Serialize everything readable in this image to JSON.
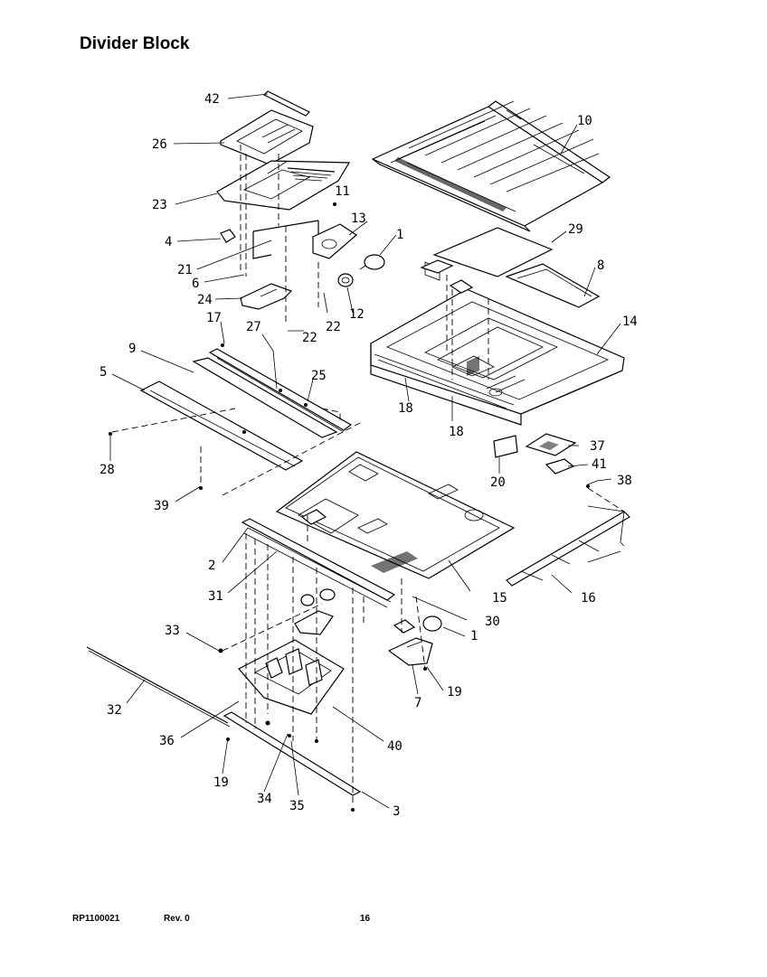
{
  "title": "Divider Block",
  "footer": {
    "code": "RP1100021",
    "revision": "Rev. 0",
    "page": "16"
  },
  "callouts": {
    "c42": "42",
    "c26": "26",
    "c23": "23",
    "c4": "4",
    "c21": "21",
    "c6": "6",
    "c24": "24",
    "c22a": "22",
    "c22b": "22",
    "c11": "11",
    "c13": "13",
    "c1a": "1",
    "c12": "12",
    "c10": "10",
    "c29": "29",
    "c8": "8",
    "c14": "14",
    "c17": "17",
    "c27": "27",
    "c9": "9",
    "c25": "25",
    "c5": "5",
    "c28": "28",
    "c39": "39",
    "c18a": "18",
    "c18b": "18",
    "c20": "20",
    "c37": "37",
    "c41": "41",
    "c38": "38",
    "c2": "2",
    "c31": "31",
    "c15": "15",
    "c16": "16",
    "c30": "30",
    "c33": "33",
    "c1b": "1",
    "c32": "32",
    "c7": "7",
    "c19a": "19",
    "c36": "36",
    "c40": "40",
    "c19b": "19",
    "c34": "34",
    "c35": "35",
    "c3": "3"
  }
}
